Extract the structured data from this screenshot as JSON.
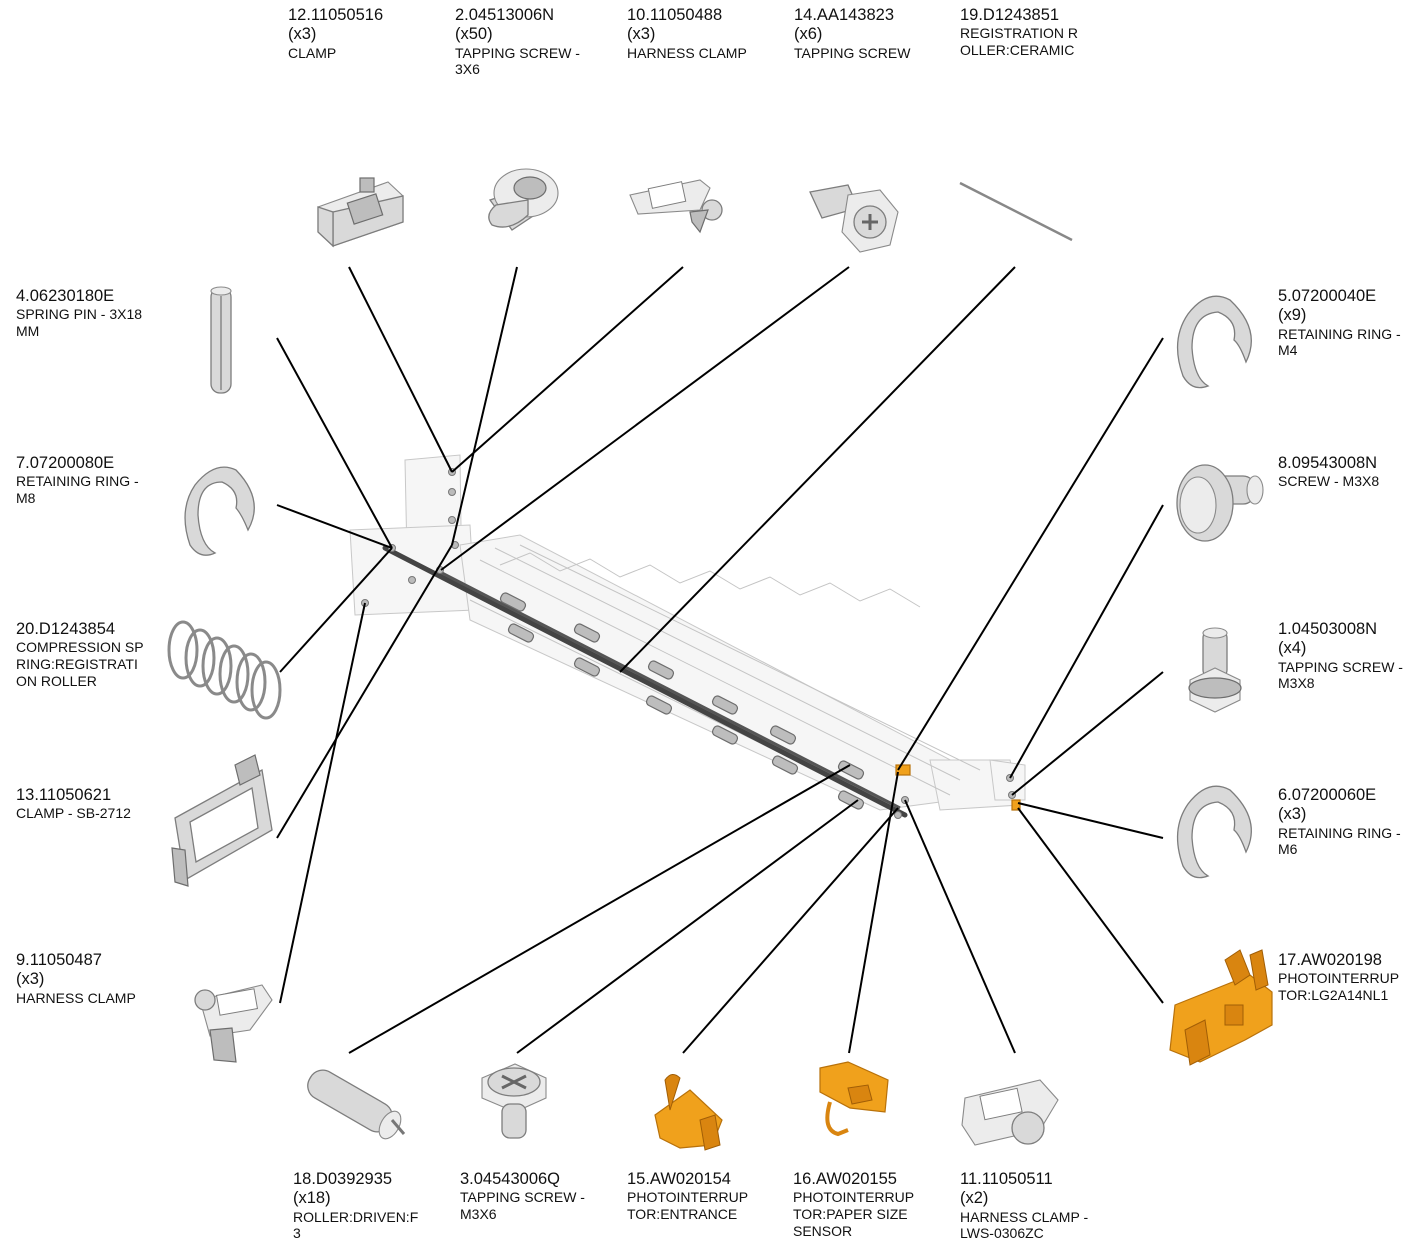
{
  "parts": [
    {
      "pn": "12.11050516",
      "qty": "(x3)",
      "desc": "CLAMP"
    },
    {
      "pn": "2.04513006N",
      "qty": "(x50)",
      "desc": "TAPPING SCREW -\n 3X6"
    },
    {
      "pn": "10.11050488",
      "qty": "(x3)",
      "desc": "HARNESS CLAMP"
    },
    {
      "pn": "14.AA143823",
      "qty": "(x6)",
      "desc": "TAPPING SCREW"
    },
    {
      "pn": "19.D1243851",
      "qty": "",
      "desc": "REGISTRATION R\nOLLER:CERAMIC"
    },
    {
      "pn": "4.06230180E",
      "qty": "",
      "desc": "SPRING PIN - 3X18\nMM"
    },
    {
      "pn": "7.07200080E",
      "qty": "",
      "desc": "RETAINING RING -\nM8"
    },
    {
      "pn": "20.D1243854",
      "qty": "",
      "desc": "COMPRESSION SP\nRING:REGISTRATI\nON ROLLER"
    },
    {
      "pn": "13.11050621",
      "qty": "",
      "desc": "CLAMP - SB-2712"
    },
    {
      "pn": "9.11050487",
      "qty": "(x3)",
      "desc": "HARNESS CLAMP"
    },
    {
      "pn": "5.07200040E",
      "qty": "(x9)",
      "desc": "RETAINING RING -\nM4"
    },
    {
      "pn": "8.09543008N",
      "qty": "",
      "desc": "SCREW - M3X8"
    },
    {
      "pn": "1.04503008N",
      "qty": "(x4)",
      "desc": "TAPPING SCREW -\n M3X8"
    },
    {
      "pn": "6.07200060E",
      "qty": "(x3)",
      "desc": "RETAINING RING -\nM6"
    },
    {
      "pn": "17.AW020198",
      "qty": "",
      "desc": "PHOTOINTERRUP\nTOR:LG2A14NL1"
    },
    {
      "pn": "18.D0392935",
      "qty": "(x18)",
      "desc": "ROLLER:DRIVEN:F\n3"
    },
    {
      "pn": "3.04543006Q",
      "qty": "",
      "desc": "TAPPING SCREW -\n M3X6"
    },
    {
      "pn": "15.AW020154",
      "qty": "",
      "desc": "PHOTOINTERRUP\nTOR:ENTRANCE"
    },
    {
      "pn": "16.AW020155",
      "qty": "",
      "desc": "PHOTOINTERRUP\nTOR:PAPER SIZE\nSENSOR"
    },
    {
      "pn": "11.11050511",
      "qty": "(x2)",
      "desc": "HARNESS CLAMP -\n LWS-0306ZC"
    }
  ]
}
